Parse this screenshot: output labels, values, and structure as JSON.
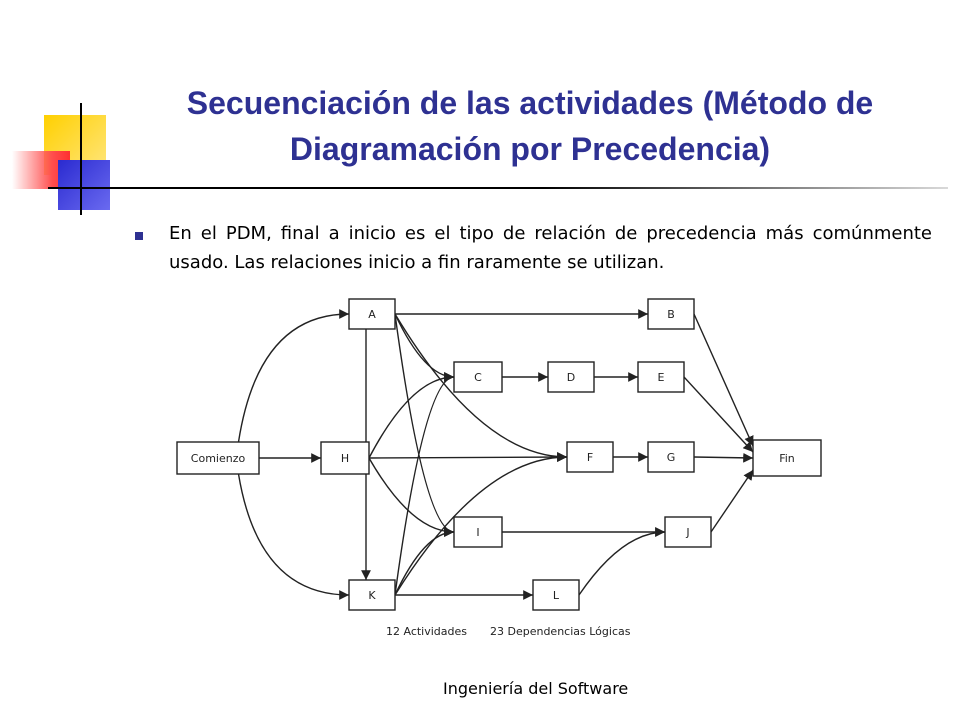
{
  "slide": {
    "title": "Secuenciación de las actividades (Método de Diagramación por Precedencia)",
    "bullet": "En el PDM, final a inicio es el tipo de relación de precedencia más comúnmente usado. Las relaciones inicio a fin raramente se utilizan.",
    "footer": "Ingeniería del Software",
    "colors": {
      "title": "#2e3192",
      "accent_yellow": "#ffd42a",
      "accent_red": "#ff4040",
      "accent_blue": "#3333cc"
    }
  },
  "diagram": {
    "nodes": [
      {
        "id": "comienzo",
        "label": "Comienzo"
      },
      {
        "id": "A",
        "label": "A"
      },
      {
        "id": "B",
        "label": "B"
      },
      {
        "id": "C",
        "label": "C"
      },
      {
        "id": "D",
        "label": "D"
      },
      {
        "id": "E",
        "label": "E"
      },
      {
        "id": "F",
        "label": "F"
      },
      {
        "id": "G",
        "label": "G"
      },
      {
        "id": "H",
        "label": "H"
      },
      {
        "id": "I",
        "label": "I"
      },
      {
        "id": "J",
        "label": "J"
      },
      {
        "id": "K",
        "label": "K"
      },
      {
        "id": "L",
        "label": "L"
      },
      {
        "id": "fin",
        "label": "Fin"
      }
    ],
    "edges": [
      [
        "comienzo",
        "A"
      ],
      [
        "comienzo",
        "H"
      ],
      [
        "comienzo",
        "K"
      ],
      [
        "A",
        "B"
      ],
      [
        "A",
        "C"
      ],
      [
        "A",
        "F"
      ],
      [
        "A",
        "I"
      ],
      [
        "A",
        "K"
      ],
      [
        "H",
        "C"
      ],
      [
        "H",
        "F"
      ],
      [
        "H",
        "I"
      ],
      [
        "K",
        "C"
      ],
      [
        "K",
        "F"
      ],
      [
        "K",
        "I"
      ],
      [
        "K",
        "L"
      ],
      [
        "C",
        "D"
      ],
      [
        "D",
        "E"
      ],
      [
        "E",
        "fin"
      ],
      [
        "B",
        "fin"
      ],
      [
        "F",
        "G"
      ],
      [
        "G",
        "fin"
      ],
      [
        "I",
        "J"
      ],
      [
        "L",
        "J"
      ],
      [
        "J",
        "fin"
      ]
    ],
    "caption_left": "12 Actividades",
    "caption_right": "23 Dependencias Lógicas"
  }
}
